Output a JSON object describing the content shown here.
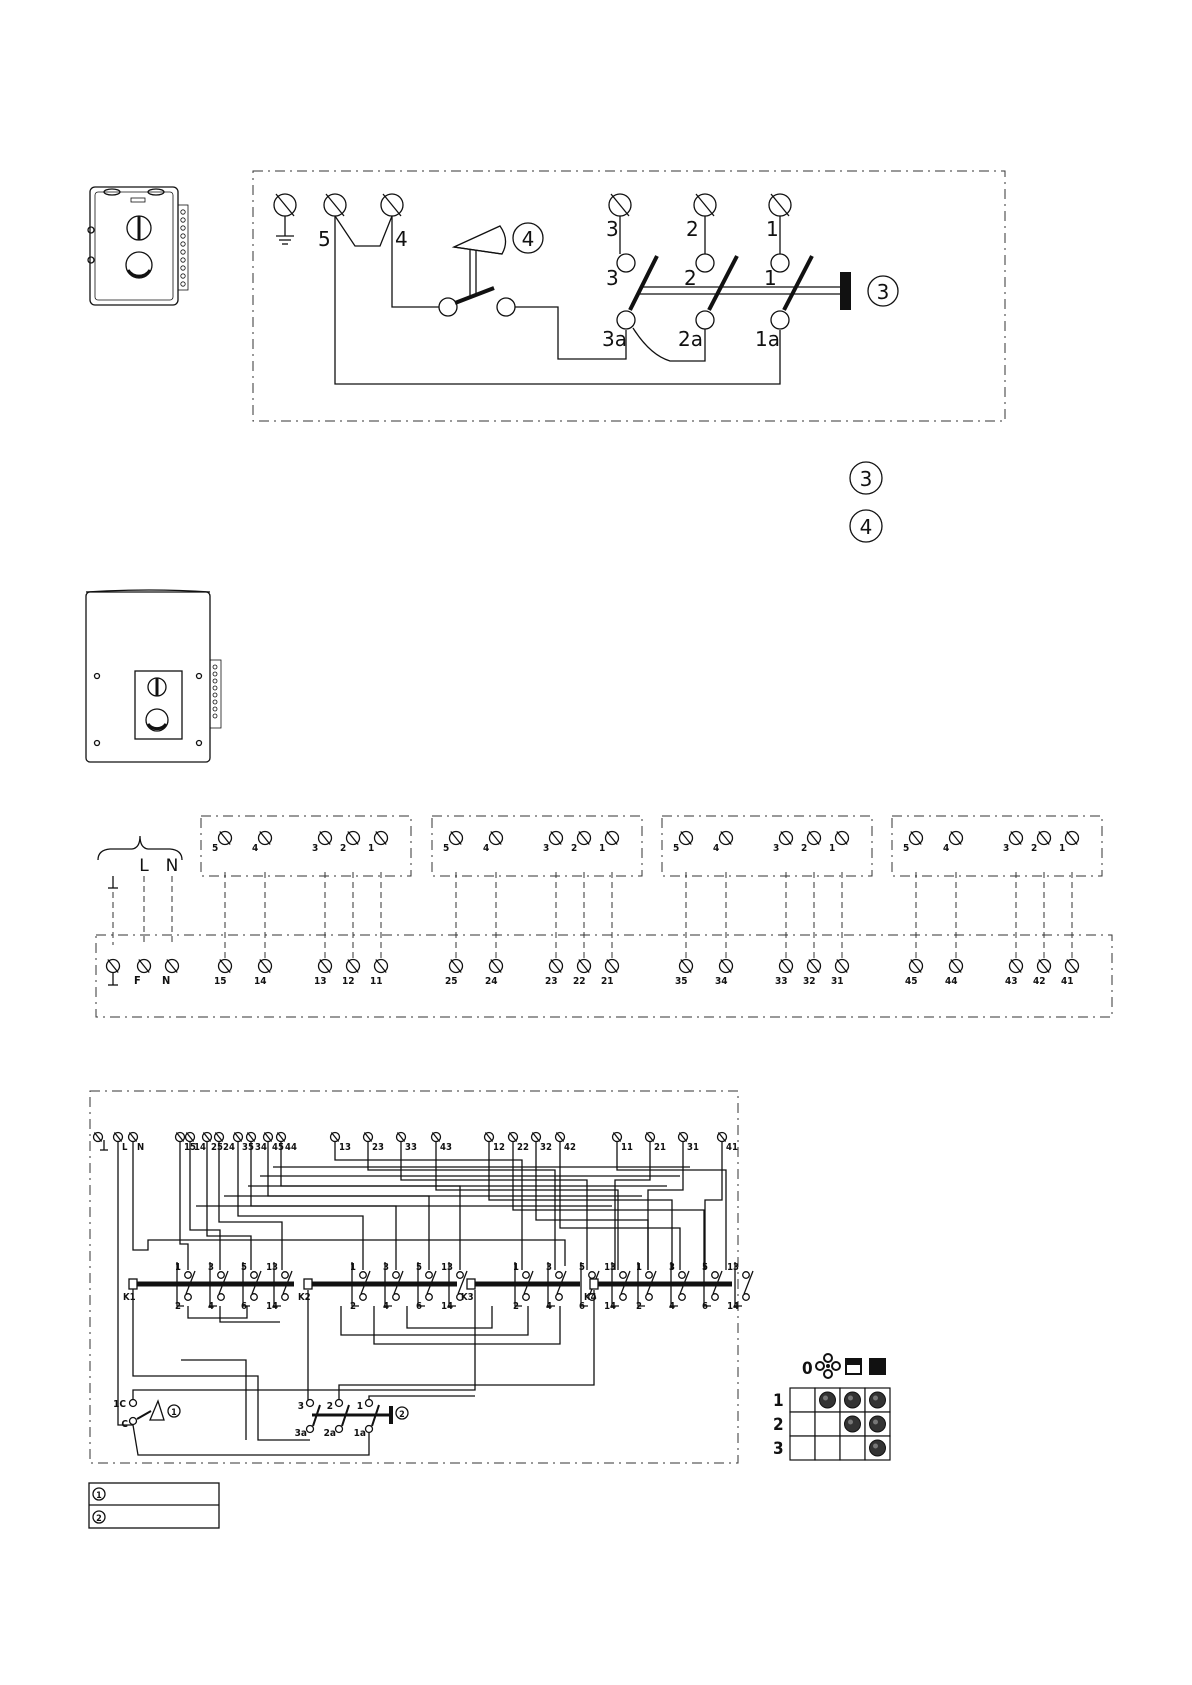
{
  "top_circuit": {
    "terminals": [
      "5",
      "4",
      "3",
      "2",
      "1"
    ],
    "switch_contacts": [
      "3",
      "2",
      "1"
    ],
    "switch_commons": [
      "3a",
      "2a",
      "1a"
    ],
    "callout_switch": "3",
    "callout_thermo": "4"
  },
  "legend_callouts": [
    "3",
    "4"
  ],
  "terminal_strip": {
    "supply_labels": [
      "L",
      "N"
    ],
    "module_terminals": [
      "5",
      "4",
      "3",
      "2",
      "1"
    ],
    "base_supply": [
      "F",
      "N"
    ],
    "groups": [
      [
        "15",
        "14",
        "13",
        "12",
        "11"
      ],
      [
        "25",
        "24",
        "23",
        "22",
        "21"
      ],
      [
        "35",
        "34",
        "33",
        "32",
        "31"
      ],
      [
        "45",
        "44",
        "43",
        "42",
        "41"
      ]
    ]
  },
  "schematic": {
    "top_labels": [
      "L",
      "N",
      "15",
      "14",
      "25",
      "24",
      "35",
      "34",
      "45",
      "44",
      "13",
      "23",
      "33",
      "43",
      "12",
      "22",
      "32",
      "42",
      "11",
      "21",
      "31",
      "41"
    ],
    "contactors": [
      "K1",
      "K2",
      "K3",
      "K4"
    ],
    "contact_top": [
      "1",
      "3",
      "5",
      "13"
    ],
    "contact_bottom": [
      "2",
      "4",
      "6",
      "14"
    ],
    "thermo_labels": [
      "1C",
      "C"
    ],
    "switch_labels_top": [
      "3",
      "2",
      "1"
    ],
    "switch_labels_bottom": [
      "3a",
      "2a",
      "1a"
    ],
    "callout_thermo": "1",
    "callout_switch": "2"
  },
  "switch_table": {
    "header_zero": "0",
    "rows": [
      {
        "label": "1",
        "cells": [
          false,
          true,
          true,
          true
        ]
      },
      {
        "label": "2",
        "cells": [
          false,
          false,
          true,
          true
        ]
      },
      {
        "label": "3",
        "cells": [
          false,
          false,
          false,
          true
        ]
      }
    ]
  },
  "legend_box": [
    "1",
    "2"
  ]
}
